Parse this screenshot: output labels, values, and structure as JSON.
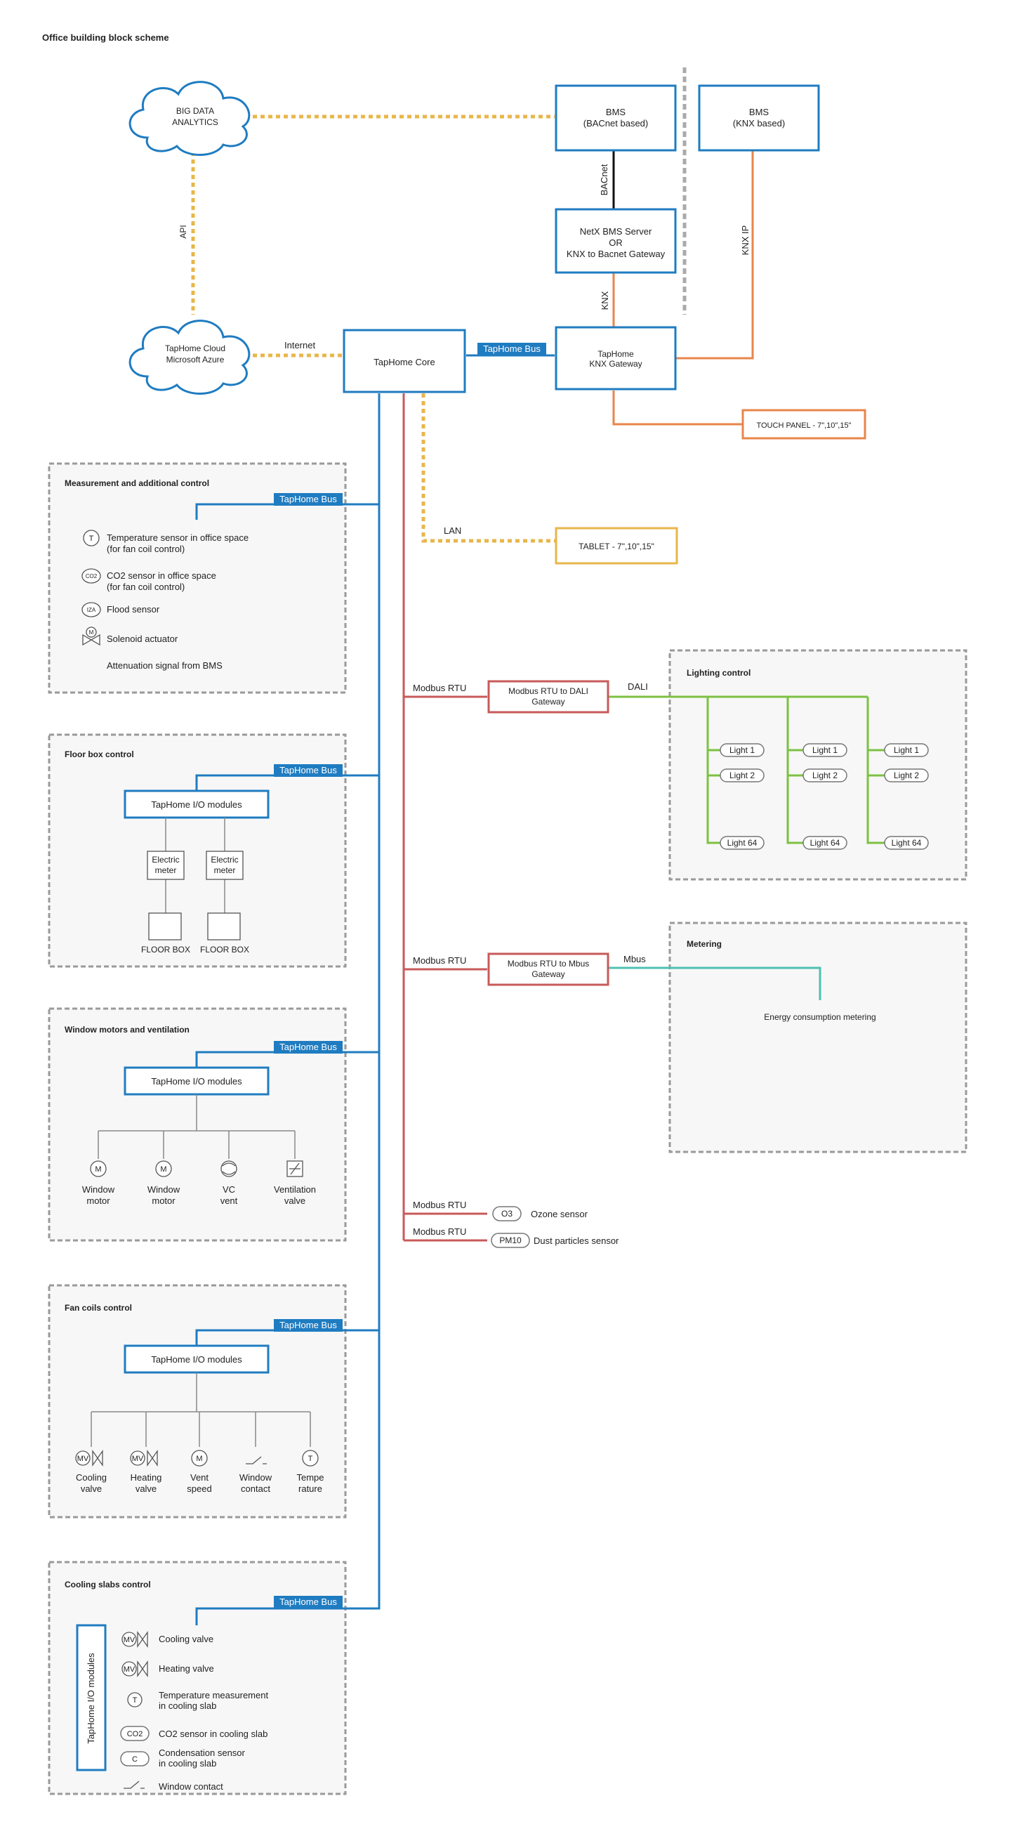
{
  "title": "Office building block scheme",
  "nodes": {
    "big_data": [
      "BIG DATA",
      "ANALYTICS"
    ],
    "cloud": [
      "TapHome Cloud",
      "Microsoft Azure"
    ],
    "bms_bacnet": [
      "BMS",
      "(BACnet based)"
    ],
    "bms_knx": [
      "BMS",
      "(KNX based)"
    ],
    "netx": [
      "NetX BMS Server",
      "OR",
      "KNX to Bacnet Gateway"
    ],
    "core": "TapHome Core",
    "knx_gateway": [
      "TapHome",
      "KNX Gateway"
    ],
    "touch_panel": "TOUCH PANEL - 7\",10\",15\"",
    "tablet": "TABLET - 7\",10\",15\"",
    "dali_gateway": [
      "Modbus RTU to DALI",
      "Gateway"
    ],
    "mbus_gateway": [
      "Modbus RTU to Mbus",
      "Gateway"
    ]
  },
  "links": {
    "api": "API",
    "internet": "Internet",
    "taphome_bus": "TapHome Bus",
    "bacnet": "BACnet",
    "knx": "KNX",
    "knx_ip": "KNX IP",
    "lan": "LAN",
    "modbus_rtu": "Modbus RTU",
    "dali": "DALI",
    "mbus": "Mbus"
  },
  "measurement": {
    "title": "Measurement and additional control",
    "items": [
      {
        "symbol": "T",
        "lines": [
          "Temperature sensor in office space",
          "(for fan coil control)"
        ]
      },
      {
        "symbol": "CO2",
        "lines": [
          "CO2 sensor in office space",
          "(for fan coil control)"
        ]
      },
      {
        "symbol": "IZA",
        "lines": [
          "Flood sensor"
        ]
      },
      {
        "symbol": "M",
        "lines": [
          "Solenoid actuator"
        ]
      },
      {
        "symbol": "",
        "lines": [
          "Attenuation signal from BMS"
        ]
      }
    ]
  },
  "floor_box": {
    "title": "Floor box control",
    "io": "TapHome I/O modules",
    "meters": [
      [
        "Electric",
        "meter"
      ],
      [
        "Electric",
        "meter"
      ]
    ],
    "boxes": [
      "FLOOR BOX",
      "FLOOR BOX"
    ]
  },
  "window": {
    "title": "Window motors and ventilation",
    "io": "TapHome I/O modules",
    "devices": [
      {
        "symbol": "M",
        "lines": [
          "Window",
          "motor"
        ]
      },
      {
        "symbol": "M",
        "lines": [
          "Window",
          "motor"
        ]
      },
      {
        "symbol": "fan",
        "lines": [
          "VC",
          "vent"
        ]
      },
      {
        "symbol": "valve",
        "lines": [
          "Ventilation",
          "valve"
        ]
      }
    ]
  },
  "fan_coils": {
    "title": "Fan coils control",
    "io": "TapHome I/O modules",
    "devices": [
      {
        "symbol": "MV",
        "lines": [
          "Cooling",
          "valve"
        ]
      },
      {
        "symbol": "MV",
        "lines": [
          "Heating",
          "valve"
        ]
      },
      {
        "symbol": "M",
        "lines": [
          "Vent",
          "speed"
        ]
      },
      {
        "symbol": "switch",
        "lines": [
          "Window",
          "contact"
        ]
      },
      {
        "symbol": "T",
        "lines": [
          "Tempe",
          "rature"
        ]
      }
    ]
  },
  "cooling_slabs": {
    "title": "Cooling slabs control",
    "io": "TapHome I/O modules",
    "items": [
      {
        "symbol": "MV",
        "lines": [
          "Cooling valve"
        ]
      },
      {
        "symbol": "MV",
        "lines": [
          "Heating valve"
        ]
      },
      {
        "symbol": "T",
        "lines": [
          "Temperature measurement",
          "in cooling slab"
        ]
      },
      {
        "symbol": "CO2",
        "lines": [
          "CO2 sensor in cooling slab"
        ]
      },
      {
        "symbol": "C",
        "lines": [
          "Condensation sensor",
          "in cooling slab"
        ]
      },
      {
        "symbol": "switch",
        "lines": [
          "Window contact"
        ]
      }
    ]
  },
  "lighting": {
    "title": "Lighting control",
    "columns": [
      [
        "Light 1",
        "Light 2",
        "Light 64"
      ],
      [
        "Light 1",
        "Light 2",
        "Light 64"
      ],
      [
        "Light 1",
        "Light 2",
        "Light 64"
      ]
    ]
  },
  "metering": {
    "title": "Metering",
    "label": "Energy consumption metering"
  },
  "sensors": [
    {
      "symbol": "O3",
      "label": "Ozone sensor"
    },
    {
      "symbol": "PM10",
      "label": "Dust particles sensor"
    }
  ],
  "colors": {
    "bus_blue": "#1f7cc1",
    "knx_orange": "#e8854a",
    "dashed_yellow": "#e8b64a",
    "modbus_red": "#c85a5a",
    "dali_green": "#7cc142",
    "mbus_teal": "#4fc1b0",
    "bacnet_black": "#111111"
  }
}
